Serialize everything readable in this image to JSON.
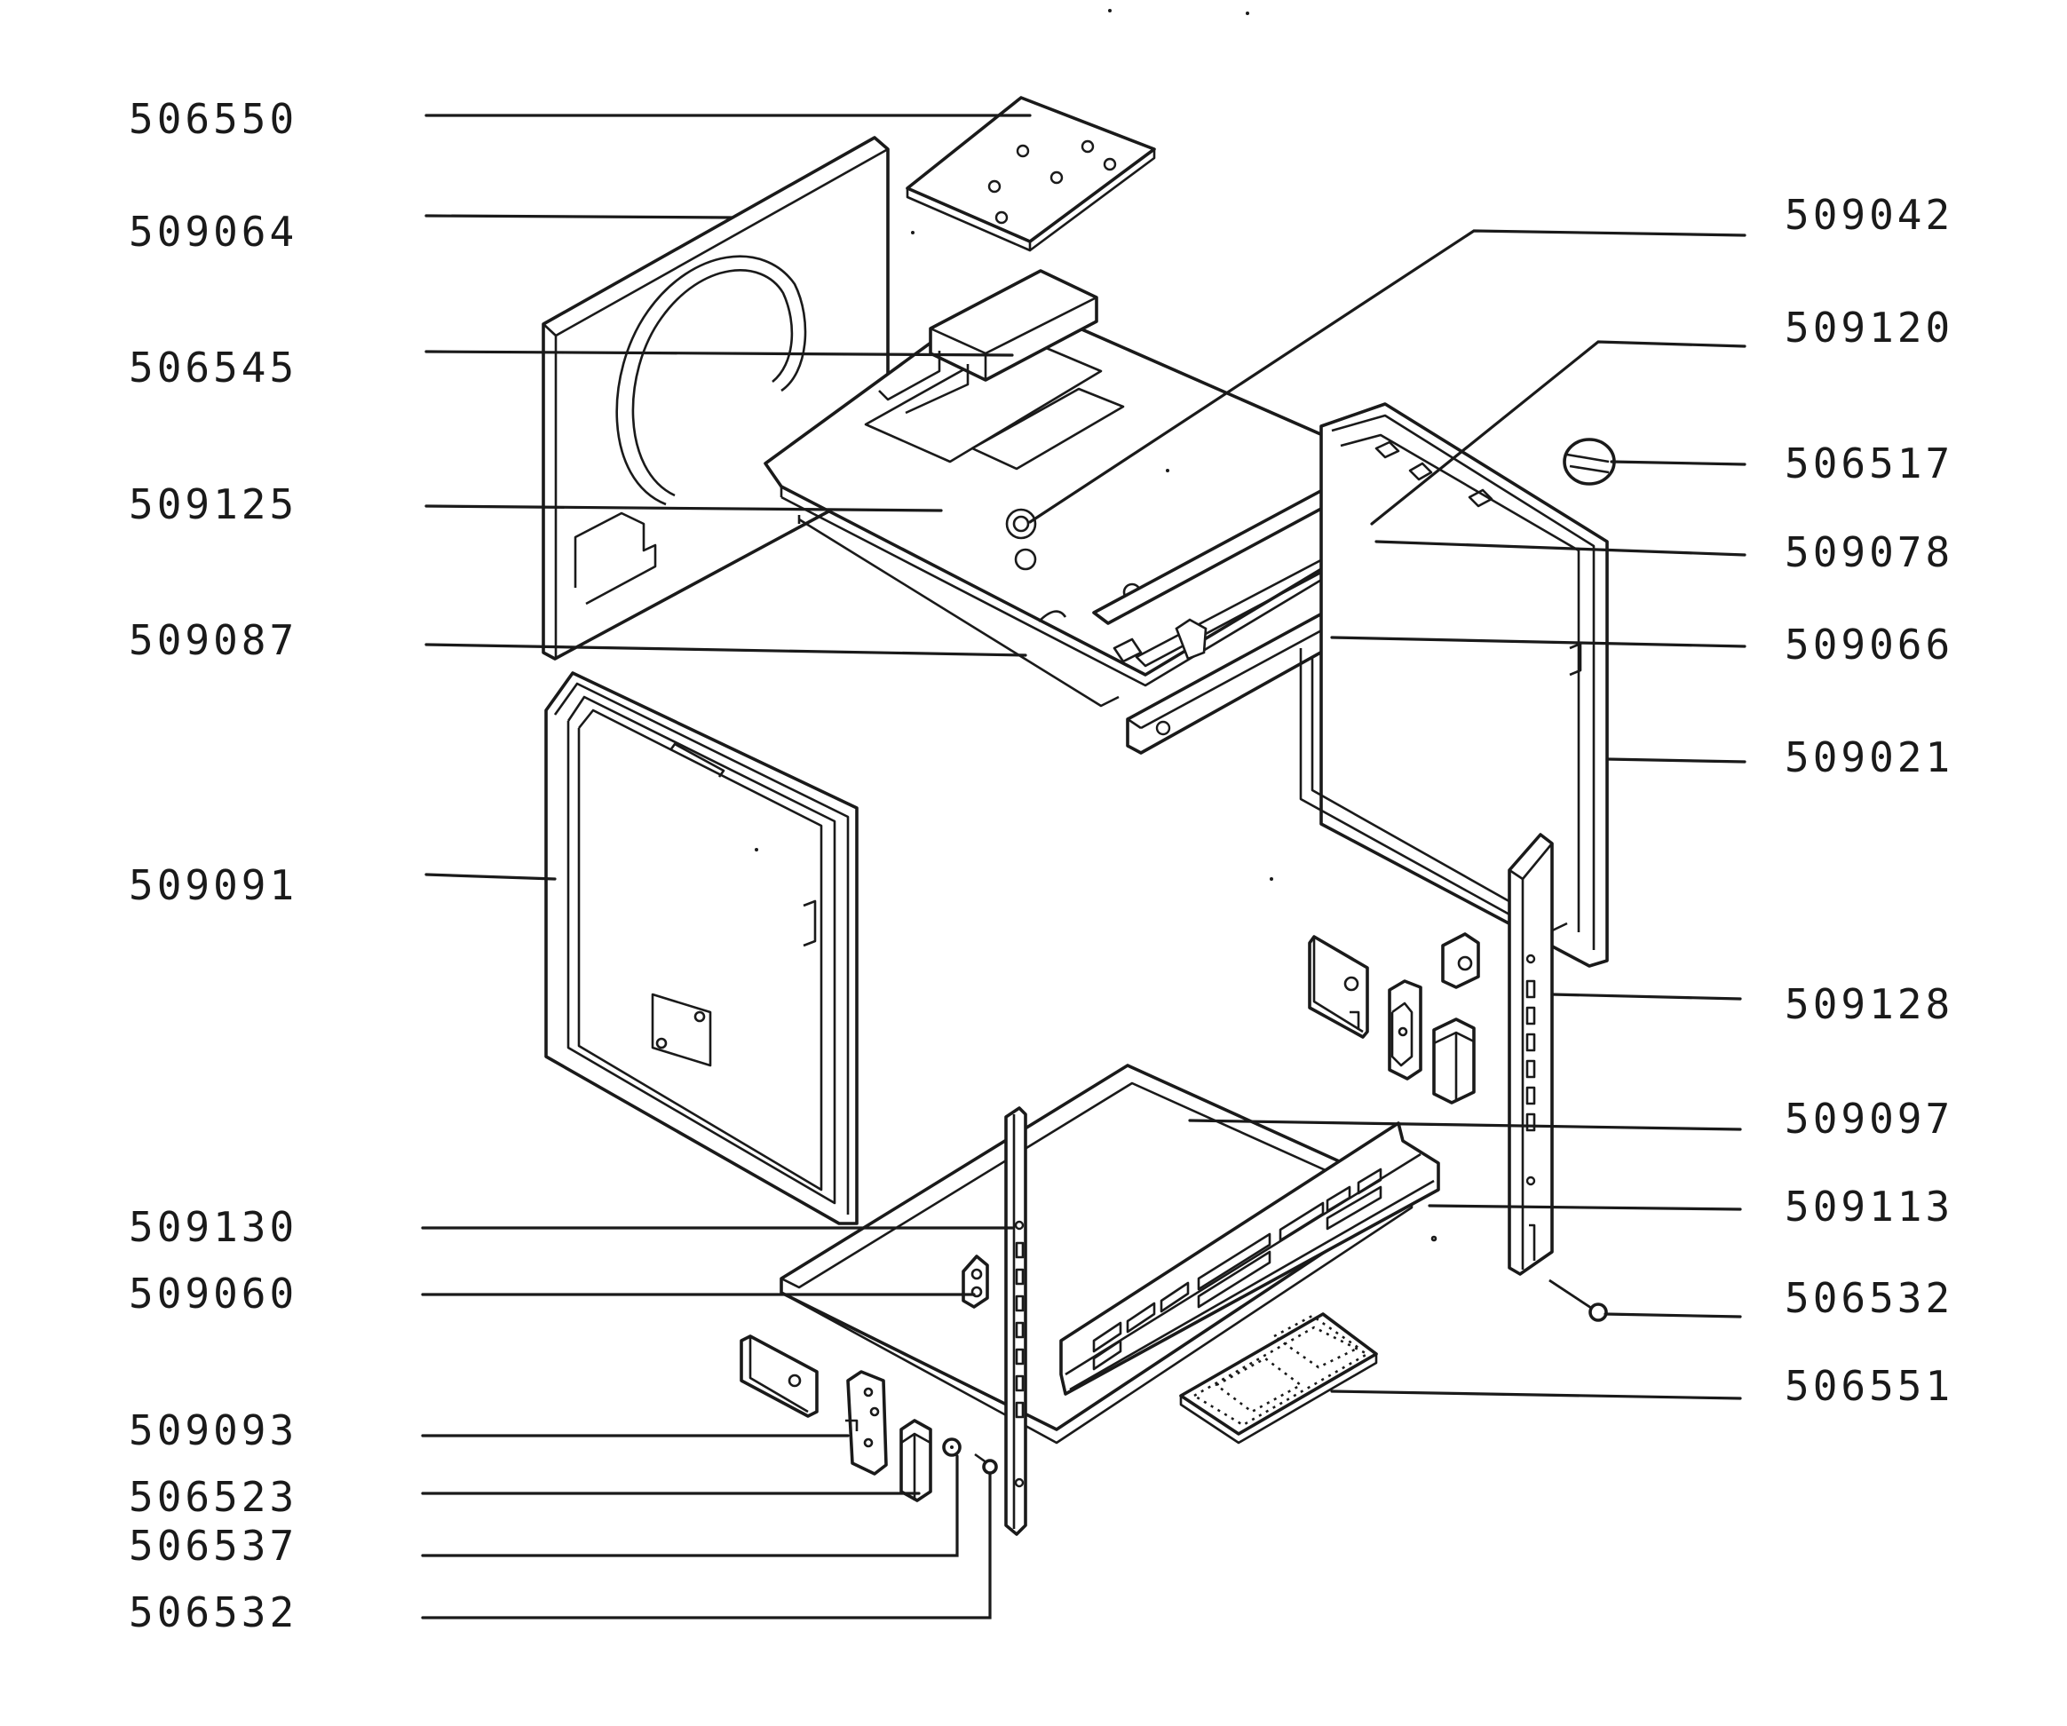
{
  "diagram": {
    "labels_left": [
      {
        "id": "506550",
        "text": "506550"
      },
      {
        "id": "509064",
        "text": "509064"
      },
      {
        "id": "506545",
        "text": "506545"
      },
      {
        "id": "509125",
        "text": "509125"
      },
      {
        "id": "509087",
        "text": "509087"
      },
      {
        "id": "509091",
        "text": "509091"
      },
      {
        "id": "509130",
        "text": "509130"
      },
      {
        "id": "509060",
        "text": "509060"
      },
      {
        "id": "509093",
        "text": "509093"
      },
      {
        "id": "506523",
        "text": "506523"
      },
      {
        "id": "506537",
        "text": "506537"
      },
      {
        "id": "506532-left",
        "text": "506532"
      }
    ],
    "labels_right": [
      {
        "id": "509042",
        "text": "509042"
      },
      {
        "id": "509120",
        "text": "509120"
      },
      {
        "id": "506517",
        "text": "506517"
      },
      {
        "id": "509078",
        "text": "509078"
      },
      {
        "id": "509066",
        "text": "509066"
      },
      {
        "id": "509021",
        "text": "509021"
      },
      {
        "id": "509128",
        "text": "509128"
      },
      {
        "id": "509097",
        "text": "509097"
      },
      {
        "id": "509113",
        "text": "509113"
      },
      {
        "id": "506532-right",
        "text": "506532"
      },
      {
        "id": "506551",
        "text": "506551"
      }
    ]
  }
}
